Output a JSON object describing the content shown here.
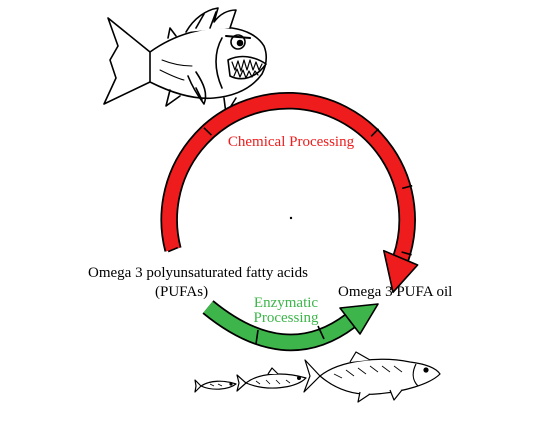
{
  "labels": {
    "chemical": "Chemical Processing",
    "enzymatic_line1": "Enzymatic",
    "enzymatic_line2": "Processing",
    "source_line1": "Omega 3 polyunsaturated fatty acids",
    "source_line2": "(PUFAs)",
    "product": "Omega 3 PUFA oil"
  },
  "colors": {
    "chemical_arrow": "#ee1c1c",
    "enzymatic_arrow": "#3db54a",
    "outline": "#000000"
  },
  "icons": {
    "top": "angry-fish-icon",
    "bottom": "small-fish-group-icon"
  }
}
